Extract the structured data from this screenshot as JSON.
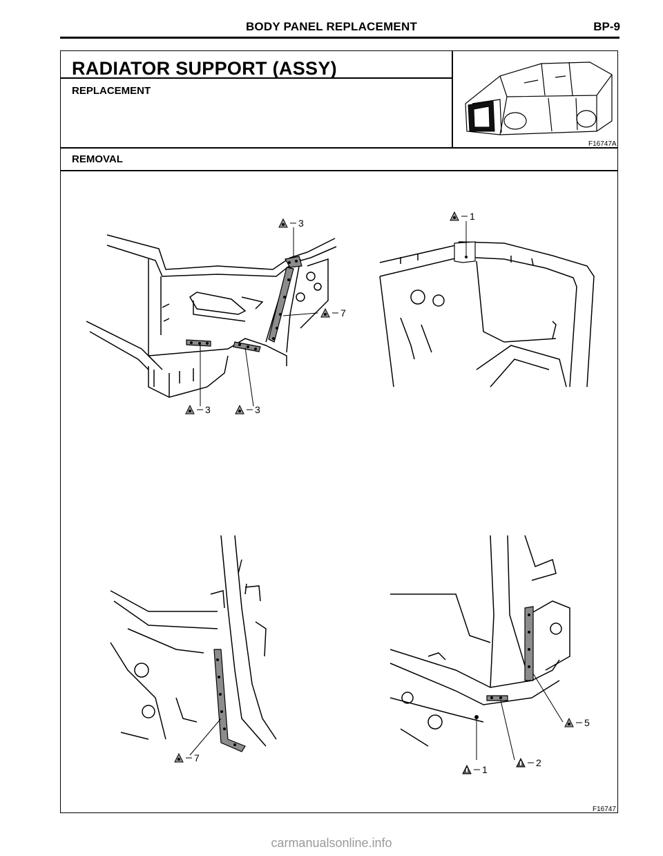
{
  "header": {
    "title": "BODY PANEL REPLACEMENT",
    "page": "BP-9"
  },
  "section": {
    "title": "RADIATOR SUPPORT (ASSY)",
    "replacement_label": "REPLACEMENT",
    "removal_label": "REMOVAL",
    "thumbnail_code": "F16747A",
    "figure_code": "F16747"
  },
  "callouts": {
    "top_left": [
      "3",
      "7",
      "3",
      "3"
    ],
    "top_right": [
      "1"
    ],
    "bottom_left": [
      "7"
    ],
    "bottom_right": [
      "5",
      "1",
      "2"
    ]
  },
  "watermark": "carmanualsonline.info",
  "colors": {
    "weld_seam": "#8c8c8c",
    "line": "#000000"
  }
}
